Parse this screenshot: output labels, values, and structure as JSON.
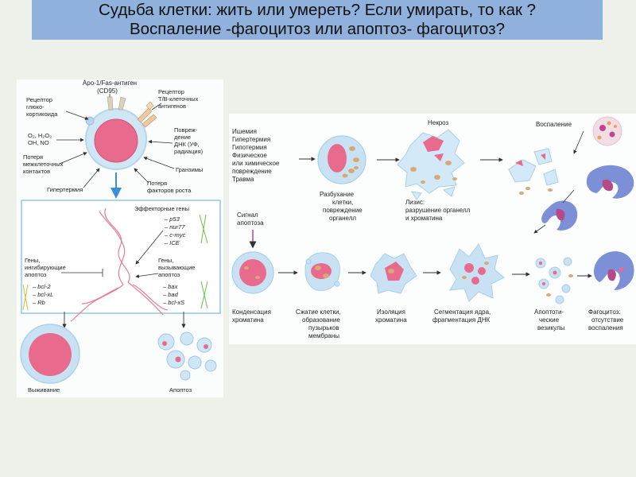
{
  "title": {
    "line1": "Судьба клетки: жить или умереть? Если умирать, то как ?",
    "line2": "Воспаление -фагоцитоз или апоптоз- фагоцитоз?"
  },
  "left_panel": {
    "apo1": "Apo-1/Fas-антиген",
    "cd95": "(CD95)",
    "receptor_glu": [
      "Рецептор",
      "глюко-",
      "кортикоида"
    ],
    "receptor_tb": [
      "Рецептор",
      "Т/В-клеточных",
      "антигенов"
    ],
    "o2": "O₂, H₂O₂",
    "oh": "OH, NO",
    "dna": [
      "Повреж-",
      "дение",
      "ДНК (УФ,",
      "радиация)"
    ],
    "contact_loss": [
      "Потеря",
      "межклеточных",
      "контактов"
    ],
    "granzymes": "Гранзимы",
    "hyperthermia": "Гипертермия",
    "growth_loss": [
      "Потеря",
      "факторов роста"
    ],
    "effector_genes": "Эффекторные гены",
    "genes_effector": [
      "– p53",
      "– nur77",
      "– c-myc",
      "– ICE"
    ],
    "inhibit_genes": [
      "Гены,",
      "ингибирующие",
      "апоптоз"
    ],
    "inhibit_list": [
      "– bcl-2",
      "– bcl-xL",
      "– Rb"
    ],
    "induce_genes": [
      "Гены,",
      "вызывающие",
      "апоптоз"
    ],
    "induce_list": [
      "– bax",
      "– bad",
      "– bcl-xS"
    ],
    "survival": "Выживание",
    "apoptosis": "Апоптоз"
  },
  "right_panel": {
    "causes": [
      "Ишемия",
      "Гипертермия",
      "Гипотермия",
      "Физическое",
      "или химическое",
      "повреждение",
      "Травма"
    ],
    "necrosis": "Некроз",
    "inflammation": "Воспаление",
    "swelling": [
      "Разбухание",
      "клетки,",
      "повреждение",
      "органелл"
    ],
    "lysis": [
      "Лизис:",
      "разрушение органелл",
      "и хроматина"
    ],
    "apoptosis_signal": [
      "Сигнал",
      "апоптоза"
    ],
    "steps": [
      [
        "Конденсация",
        "хроматина"
      ],
      [
        "Сжатие клетки,",
        "образование",
        "пузырьков",
        "мембраны"
      ],
      [
        "Изоляция",
        "хроматина"
      ],
      [
        "Сегментация ядра,",
        "фрагментация ДНК"
      ],
      [
        "Апоптоти-",
        "ческие",
        "везикулы"
      ],
      [
        "Фагоцитоз:",
        "отсутствие",
        "воспаления"
      ]
    ]
  },
  "colors": {
    "title_bg": "#8fb1dc",
    "cell_pink": "#e86b8e",
    "cell_blue": "#c9e2f3",
    "nucleus_tan": "#d9a877",
    "macrophage": "#7d8fd6",
    "arrow_blue": "#3a8fd8"
  }
}
